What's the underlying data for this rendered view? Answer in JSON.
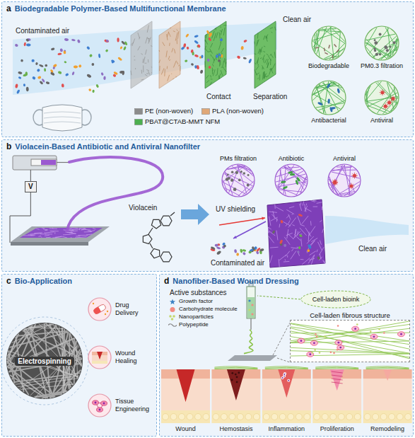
{
  "diagram": {
    "nodes": [
      {
        "text": [
          "a",
          "Biodegradable Polymer-Based Multifunctional Membrane"
        ]
      },
      {
        "text": [
          "Biodegradable"
        ],
        "in": 0
      },
      {
        "text": [
          "PM0.3 filtration"
        ],
        "in": 0
      },
      {
        "text": [
          "Antibacterial"
        ],
        "in": 0
      },
      {
        "text": [
          "Antiviral"
        ],
        "in": 0
      },
      {
        "text": [
          "b",
          "Violacein-Based Antibiotic and Antiviral Nanofilter"
        ]
      },
      {
        "text": [
          "V"
        ],
        "in": 5
      },
      {
        "text": [
          "PMs filtration"
        ],
        "in": 5
      },
      {
        "text": [
          "Antibiotic"
        ],
        "in": 5
      },
      {
        "text": [
          "Antiviral"
        ],
        "in": 5
      },
      {
        "text": [
          "c",
          "Bio-Application"
        ]
      },
      {
        "text": [
          "Electrospinning"
        ],
        "in": 10
      },
      {
        "text": [
          "Drug Delivery"
        ],
        "in": 10
      },
      {
        "text": [
          "Wound Healing"
        ],
        "in": 10
      },
      {
        "text": [
          "Tissue Engineering"
        ],
        "in": 10
      },
      {
        "text": [
          "d",
          "Nanofiber-Based Wound Dressing"
        ]
      },
      {
        "text": [
          "Cell-laden bioink"
        ],
        "in": 15
      },
      {
        "text": [
          "Cell-laden fibrous structure"
        ],
        "in": 15
      }
    ],
    "labels": [
      "Contaminated air",
      "Clean air",
      "Contact",
      "Separation",
      "Violacein",
      "UV shielding",
      "Clean air",
      "Contaminated air",
      "Active substances",
      "Wound",
      "Hemostasis",
      "Inflammation",
      "Proliferation",
      "Remodeling"
    ],
    "legend": [
      {
        "text": "PE (non-woven)",
        "color": "#8c8c8c"
      },
      {
        "text": "PLA (non-woven)",
        "color": "#e0a878"
      },
      {
        "text": "PBAT@CTAB-MMT NFM",
        "color": "#4caf50"
      },
      {
        "text": "Growth factor"
      },
      {
        "text": "Carbohydrate molecule",
        "color": "#f28b82"
      },
      {
        "text": "Nanoparticles",
        "color": "#c5d86d"
      },
      {
        "text": "Polypeptide"
      }
    ]
  }
}
